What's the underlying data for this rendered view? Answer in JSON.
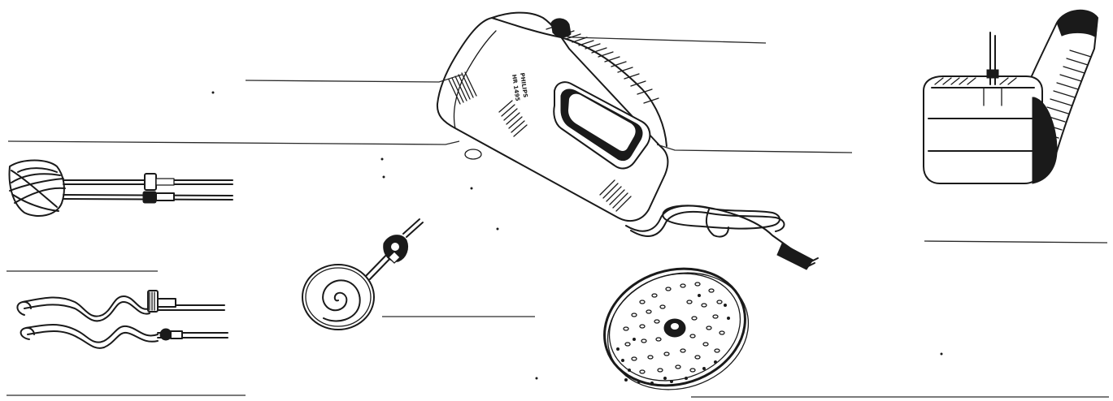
{
  "diagram": {
    "mixer_body_text": {
      "brand": "PHILIPS",
      "model": "HR 1495"
    },
    "parts": [
      {
        "name": "hand-mixer",
        "label": ""
      },
      {
        "name": "whisk-beaters",
        "label": ""
      },
      {
        "name": "dough-hooks",
        "label": ""
      },
      {
        "name": "blender-rod-attachment",
        "label": ""
      },
      {
        "name": "grating-disc",
        "label": ""
      },
      {
        "name": "stand-holder",
        "label": ""
      }
    ],
    "callout_labels": [
      "",
      "",
      "",
      "",
      "",
      "",
      "",
      "",
      "",
      ""
    ]
  }
}
